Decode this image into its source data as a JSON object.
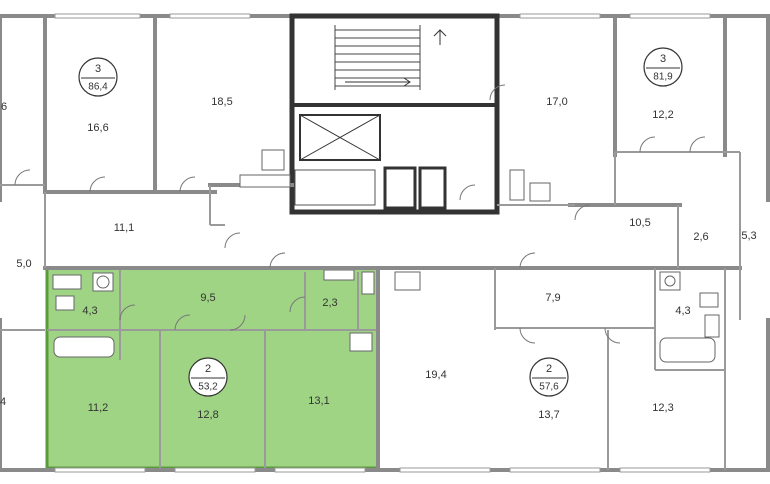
{
  "highlight_color": "#9bd27e",
  "highlight_border": "#5a9a3c",
  "apartments": [
    {
      "id": "apt-left-top",
      "rooms": "3",
      "area": "86,4"
    },
    {
      "id": "apt-right-top",
      "rooms": "3",
      "area": "81,9"
    },
    {
      "id": "apt-selected",
      "rooms": "2",
      "area": "53,2"
    },
    {
      "id": "apt-right-bottom",
      "rooms": "2",
      "area": "57,6"
    }
  ],
  "room_areas": {
    "r_edge_top": "6",
    "r_16_6": "16,6",
    "r_18_5": "18,5",
    "r_17_0": "17,0",
    "r_12_2": "12,2",
    "r_11_1": "11,1",
    "r_5_0": "5,0",
    "r_10_5": "10,5",
    "r_2_6": "2,6",
    "r_5_3": "5,3",
    "r_4_3_left": "4,3",
    "r_9_5": "9,5",
    "r_2_3": "2,3",
    "r_7_9": "7,9",
    "r_4_3_right": "4,3",
    "r_edge_bottom": "4",
    "r_11_2": "11,2",
    "r_12_8": "12,8",
    "r_13_1": "13,1",
    "r_19_4": "19,4",
    "r_13_7": "13,7",
    "r_12_3": "12,3"
  }
}
